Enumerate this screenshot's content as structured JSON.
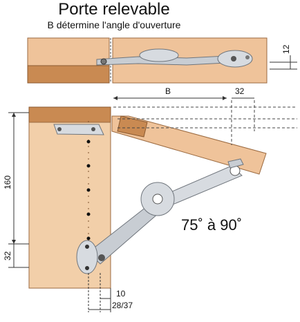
{
  "title": "Porte relevable",
  "subtitle": "B détermine l'angle d'ouverture",
  "dimensions": {
    "top_offset": "12",
    "b": "B",
    "b_offset": "32",
    "height": "160",
    "bottom_offset": "32",
    "side_offset": "10",
    "side_range": "28/37"
  },
  "angle_label": "75˚ à 90˚",
  "colors": {
    "wood_light": "#efc39a",
    "wood_dark": "#c98a52",
    "metal": "#c8cdd3",
    "metal_dark": "#8f959c"
  }
}
